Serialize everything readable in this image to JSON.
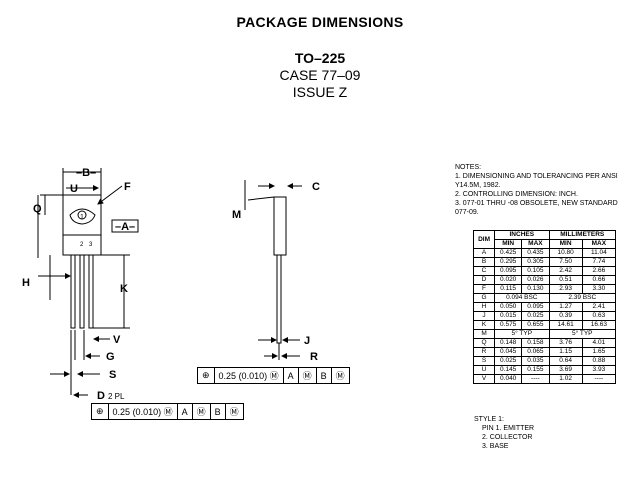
{
  "header": {
    "title": "PACKAGE DIMENSIONS",
    "package": "TO–225",
    "case": "CASE 77–09",
    "issue": "ISSUE Z"
  },
  "drawing": {
    "labels": {
      "B": "–B–",
      "U": "U",
      "F": "F",
      "Q": "Q",
      "A": "–A–",
      "H": "H",
      "K": "K",
      "V": "V",
      "G": "G",
      "S": "S",
      "D": "D",
      "D_note": "2 PL",
      "C": "C",
      "M": "M",
      "J": "J",
      "R": "R",
      "pin1": "1",
      "pin2": "2",
      "pin3": "3"
    },
    "fcf_upper": {
      "symbol": "⊕",
      "tol": "0.25 (0.010)",
      "mod": "Ⓜ",
      "ref1": "A",
      "ref1_mod": "Ⓜ",
      "ref2": "B",
      "ref2_mod": "Ⓜ"
    },
    "fcf_lower": {
      "symbol": "⊕",
      "tol": "0.25 (0.010)",
      "mod": "Ⓜ",
      "ref1": "A",
      "ref1_mod": "Ⓜ",
      "ref2": "B",
      "ref2_mod": "Ⓜ"
    }
  },
  "notes": {
    "heading": "NOTES:",
    "lines": [
      "1.  DIMENSIONING AND TOLERANCING PER ANSI",
      "     Y14.5M, 1982.",
      "2.  CONTROLLING DIMENSION: INCH.",
      "3.  077-01 THRU -08 OBSOLETE, NEW STANDARD",
      "     077-09."
    ]
  },
  "table": {
    "group_inches": "INCHES",
    "group_mm": "MILLIMETERS",
    "col_dim": "DIM",
    "col_min": "MIN",
    "col_max": "MAX",
    "rows": [
      [
        "A",
        "0.425",
        "0.435",
        "10.80",
        "11.04"
      ],
      [
        "B",
        "0.295",
        "0.305",
        "7.50",
        "7.74"
      ],
      [
        "C",
        "0.095",
        "0.105",
        "2.42",
        "2.66"
      ],
      [
        "D",
        "0.020",
        "0.026",
        "0.51",
        "0.66"
      ],
      [
        "F",
        "0.115",
        "0.130",
        "2.93",
        "3.30"
      ],
      [
        "G",
        "0.094 BSC",
        "",
        "2.39 BSC",
        ""
      ],
      [
        "H",
        "0.050",
        "0.095",
        "1.27",
        "2.41"
      ],
      [
        "J",
        "0.015",
        "0.025",
        "0.39",
        "0.63"
      ],
      [
        "K",
        "0.575",
        "0.655",
        "14.61",
        "16.63"
      ],
      [
        "M",
        "5° TYP",
        "",
        "5° TYP",
        ""
      ],
      [
        "Q",
        "0.148",
        "0.158",
        "3.76",
        "4.01"
      ],
      [
        "R",
        "0.045",
        "0.065",
        "1.15",
        "1.65"
      ],
      [
        "S",
        "0.025",
        "0.035",
        "0.64",
        "0.88"
      ],
      [
        "U",
        "0.145",
        "0.155",
        "3.69",
        "3.93"
      ],
      [
        "V",
        "0.040",
        "----",
        "1.02",
        "----"
      ]
    ]
  },
  "style": {
    "heading": "STYLE 1:",
    "lines": [
      "PIN 1.  EMITTER",
      "      2.  COLLECTOR",
      "      3.  BASE"
    ]
  }
}
